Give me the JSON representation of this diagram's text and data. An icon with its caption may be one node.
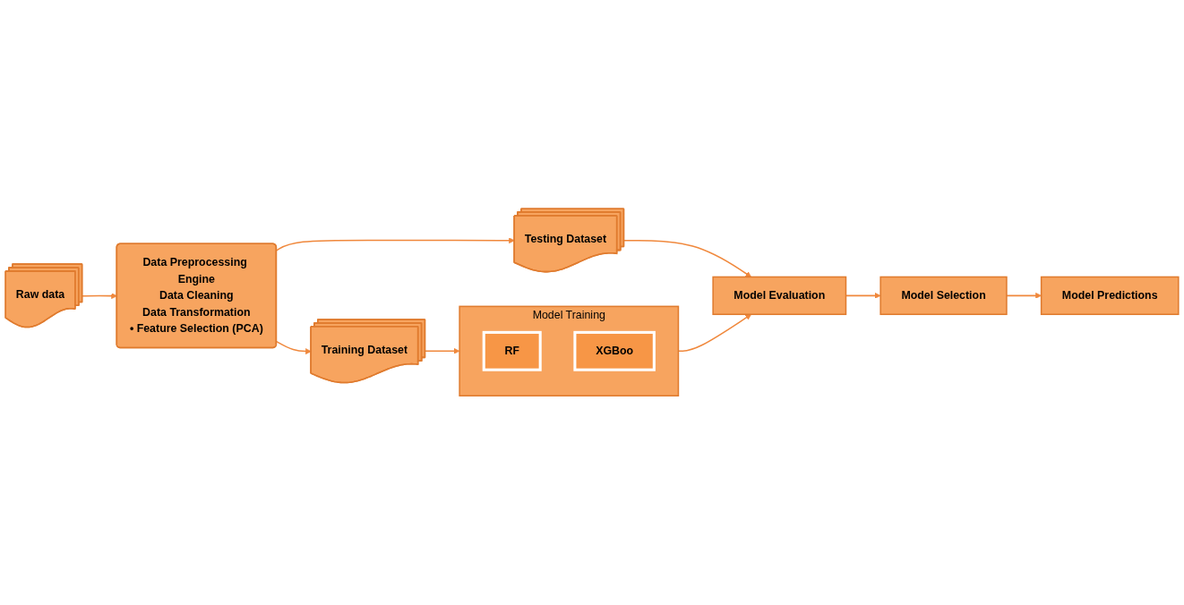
{
  "diagram": {
    "nodes": [
      {
        "text": [
          "Raw data"
        ]
      },
      {
        "text": [
          "Data Preprocessing Engine",
          "Data Cleaning",
          "Data Transformation",
          "• Feature Selection (PCA)"
        ]
      },
      {
        "text": [
          "Training Dataset"
        ]
      },
      {
        "text": [
          "Testing Dataset"
        ]
      },
      {
        "text": [
          "Model Training"
        ]
      },
      {
        "text": [
          "RF"
        ],
        "in": 4
      },
      {
        "text": [
          "XGBoo"
        ],
        "in": 4
      },
      {
        "text": [
          "Model Evaluation"
        ]
      },
      {
        "text": [
          "Model Selection"
        ]
      },
      {
        "text": [
          "Model Predictions"
        ]
      }
    ],
    "edges": [
      {
        "from": 0,
        "to": 1,
        "arrow": "to"
      },
      {
        "from": 1,
        "to": 2,
        "arrow": "to"
      },
      {
        "from": 1,
        "to": 3,
        "arrow": "to"
      },
      {
        "from": 2,
        "to": 4,
        "arrow": "to"
      },
      {
        "from": 3,
        "to": 7,
        "arrow": "to"
      },
      {
        "from": 4,
        "to": 7,
        "arrow": "to"
      },
      {
        "from": 7,
        "to": 8,
        "arrow": "to"
      },
      {
        "from": 8,
        "to": 9,
        "arrow": "to"
      }
    ]
  }
}
